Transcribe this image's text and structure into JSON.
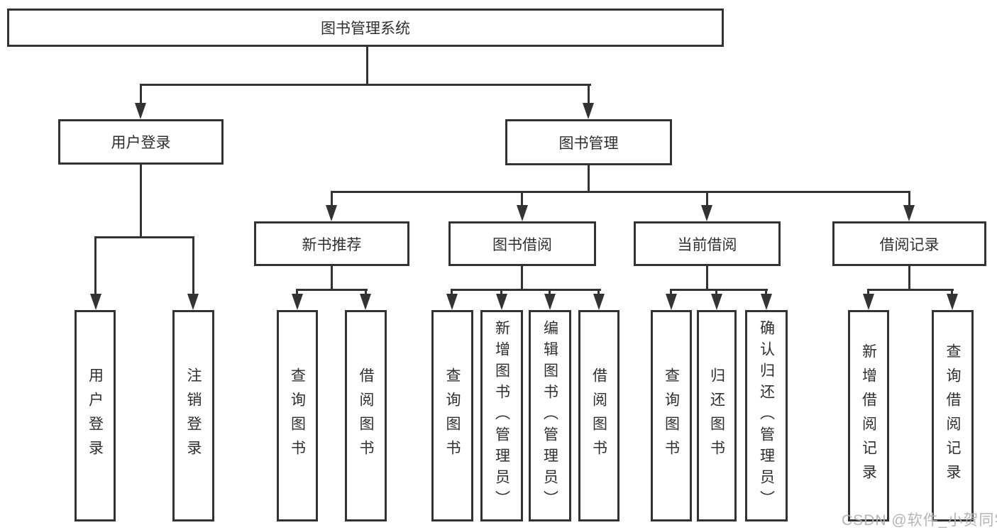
{
  "tree": {
    "root": {
      "label": "图书管理系统"
    },
    "branches": [
      {
        "label": "用户登录",
        "children": [
          {
            "label": "用户登录"
          },
          {
            "label": "注销登录"
          }
        ]
      },
      {
        "label": "图书管理",
        "groups": [
          {
            "label": "新书推荐",
            "children": [
              {
                "label": "查询图书"
              },
              {
                "label": "借阅图书"
              }
            ]
          },
          {
            "label": "图书借阅",
            "children": [
              {
                "label": "查询图书"
              },
              {
                "label": "新增图书（管理员）"
              },
              {
                "label": "编辑图书（管理员）"
              },
              {
                "label": "借阅图书"
              }
            ]
          },
          {
            "label": "当前借阅",
            "children": [
              {
                "label": "查询图书"
              },
              {
                "label": "归还图书"
              },
              {
                "label": "确认归还（管理员）"
              }
            ]
          },
          {
            "label": "借阅记录",
            "children": [
              {
                "label": "新增借阅记录"
              },
              {
                "label": "查询借阅记录"
              }
            ]
          }
        ]
      }
    ]
  },
  "watermark": "CSDN @软件_小贺同学",
  "colors": {
    "line": "#333333",
    "text": "#2f2f2f",
    "background": "#ffffff",
    "watermark": "#afafaf"
  }
}
